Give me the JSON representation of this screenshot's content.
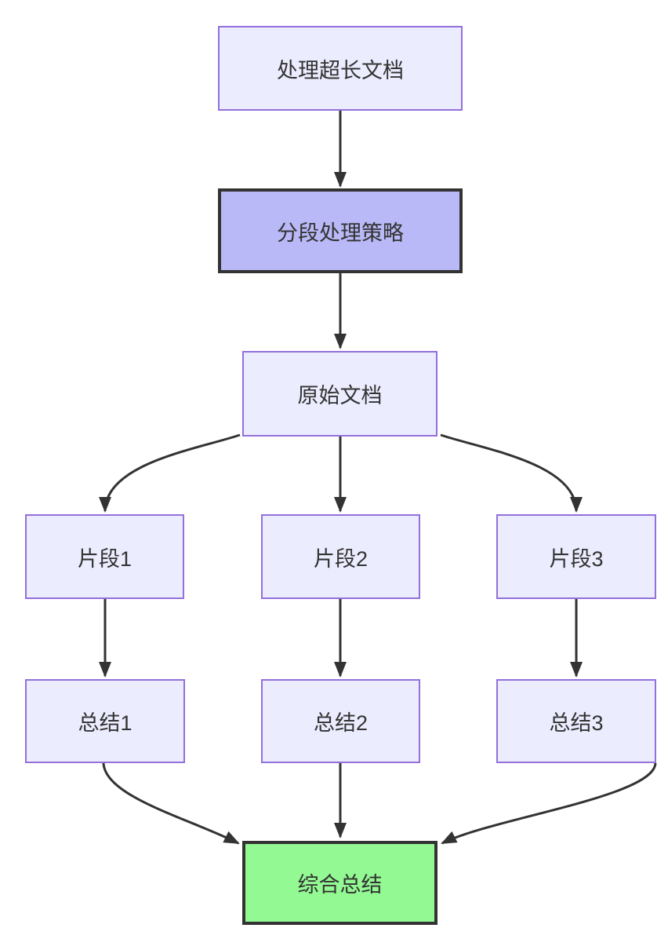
{
  "diagram": {
    "type": "flowchart",
    "direction": "top-down",
    "nodes": [
      {
        "id": "process",
        "label": "处理超长文档",
        "style": "default"
      },
      {
        "id": "strategy",
        "label": "分段处理策略",
        "style": "emphasis"
      },
      {
        "id": "source",
        "label": "原始文档",
        "style": "default"
      },
      {
        "id": "segment1",
        "label": "片段1",
        "style": "default"
      },
      {
        "id": "segment2",
        "label": "片段2",
        "style": "default"
      },
      {
        "id": "segment3",
        "label": "片段3",
        "style": "default"
      },
      {
        "id": "summary1",
        "label": "总结1",
        "style": "default"
      },
      {
        "id": "summary2",
        "label": "总结2",
        "style": "default"
      },
      {
        "id": "summary3",
        "label": "总结3",
        "style": "default"
      },
      {
        "id": "final",
        "label": "综合总结",
        "style": "success"
      }
    ],
    "edges": [
      {
        "from": "process",
        "to": "strategy"
      },
      {
        "from": "strategy",
        "to": "source"
      },
      {
        "from": "source",
        "to": "segment1"
      },
      {
        "from": "source",
        "to": "segment2"
      },
      {
        "from": "source",
        "to": "segment3"
      },
      {
        "from": "segment1",
        "to": "summary1"
      },
      {
        "from": "segment2",
        "to": "summary2"
      },
      {
        "from": "segment3",
        "to": "summary3"
      },
      {
        "from": "summary1",
        "to": "final"
      },
      {
        "from": "summary2",
        "to": "final"
      },
      {
        "from": "summary3",
        "to": "final"
      }
    ],
    "colors": {
      "node_fill": "#ECECFF",
      "node_border": "#9370DB",
      "emphasis_fill": "#B9B9F7",
      "emphasis_border": "#333333",
      "success_fill": "#93F993",
      "success_border": "#333333",
      "edge": "#333333",
      "text": "#333333",
      "background": "#FFFFFF"
    }
  }
}
